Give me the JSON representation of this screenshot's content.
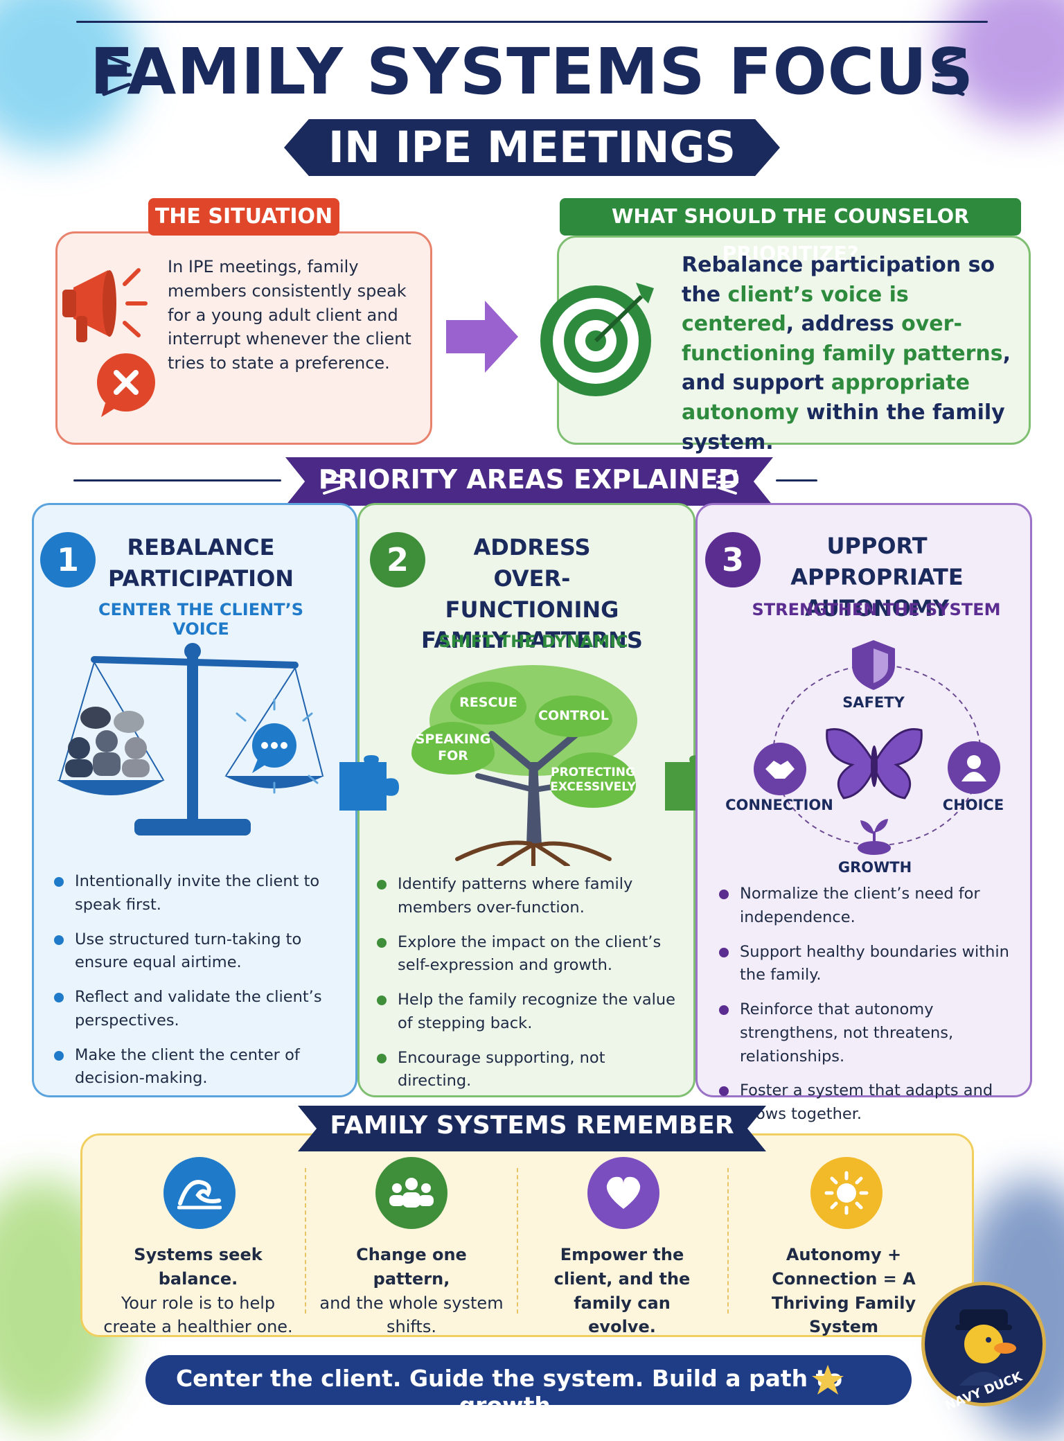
{
  "header": {
    "title": "FAMILY SYSTEMS FOCUS",
    "subtitle": "IN IPE MEETINGS"
  },
  "situation": {
    "tag": "THE SITUATION",
    "text": "In IPE meetings, family members consistently speak for a young adult client and interrupt whenever the client tries to state a preference.",
    "icon_megaphone": "megaphone-icon",
    "icon_interrupt": "x-speech-bubble-icon"
  },
  "priority": {
    "tag": "WHAT SHOULD THE COUNSELOR PRIORITIZE?",
    "parts": [
      {
        "t": "Rebalance participation so the ",
        "hl": false
      },
      {
        "t": "client’s voice is centered",
        "hl": true
      },
      {
        "t": ", address ",
        "hl": false
      },
      {
        "t": "over-functioning family patterns",
        "hl": true
      },
      {
        "t": ", and support ",
        "hl": false
      },
      {
        "t": "appropriate autonomy",
        "hl": true
      },
      {
        "t": " within the family system.",
        "hl": false
      }
    ],
    "icon": "target-icon"
  },
  "areas_banner": "PRIORITY AREAS EXPLAINED",
  "columns": [
    {
      "number": "1",
      "heading_lines": [
        "REBALANCE",
        "PARTICIPATION"
      ],
      "subheading": "CENTER THE CLIENT’S VOICE",
      "bullets": [
        "Intentionally invite the client to speak first.",
        "Use structured turn-taking to ensure equal airtime.",
        "Reflect and validate the client’s perspectives.",
        "Make the client the center of decision-making."
      ]
    },
    {
      "number": "2",
      "heading_lines": [
        "ADDRESS",
        "OVER-FUNCTIONING",
        "FAMILY PATTERNS"
      ],
      "subheading": "SHIFT THE DYNAMIC",
      "leaves": [
        "RESCUE",
        "CONTROL",
        "SPEAKING FOR",
        "PROTECTING EXCESSIVELY"
      ],
      "bullets": [
        "Identify patterns where family members over-function.",
        "Explore the impact on the client’s self-expression and growth.",
        "Help the family recognize the value of stepping back.",
        "Encourage supporting, not directing."
      ]
    },
    {
      "number": "3",
      "heading_lines": [
        "UPPORT APPROPRIATE",
        "AUTONOMY"
      ],
      "subheading": "STRENGTHEN THE SYSTEM",
      "cycle": [
        "SAFETY",
        "CONNECTION",
        "CHOICE",
        "GROWTH"
      ],
      "bullets": [
        "Normalize the client’s need for independence.",
        "Support healthy boundaries within the family.",
        "Reinforce that autonomy strengthens, not threatens, relationships.",
        "Foster a system that adapts and grows together."
      ]
    }
  ],
  "remember": {
    "banner": "FAMILY SYSTEMS REMEMBER",
    "items": [
      {
        "icon": "wave-icon",
        "bold": "Systems seek balance.",
        "rest": "Your role is to help create a healthier one."
      },
      {
        "icon": "people-icon",
        "bold": "Change one pattern,",
        "rest": "and the whole system shifts."
      },
      {
        "icon": "heart-icon",
        "bold": "Empower the client, and the family can evolve.",
        "rest": ""
      },
      {
        "icon": "sun-icon",
        "bold": "Autonomy + Connection = A Thriving Family System",
        "rest": ""
      }
    ]
  },
  "footer": {
    "text": "Center the client. Guide the system. Build a path to growth.",
    "badge": "NAVY DUCK"
  },
  "colors": {
    "navy": "#1b2a5c",
    "red": "#e0462a",
    "green": "#2e8b3e",
    "blue": "#1f7ac9",
    "purple": "#5b2d91",
    "yellow": "#f2c94c"
  }
}
